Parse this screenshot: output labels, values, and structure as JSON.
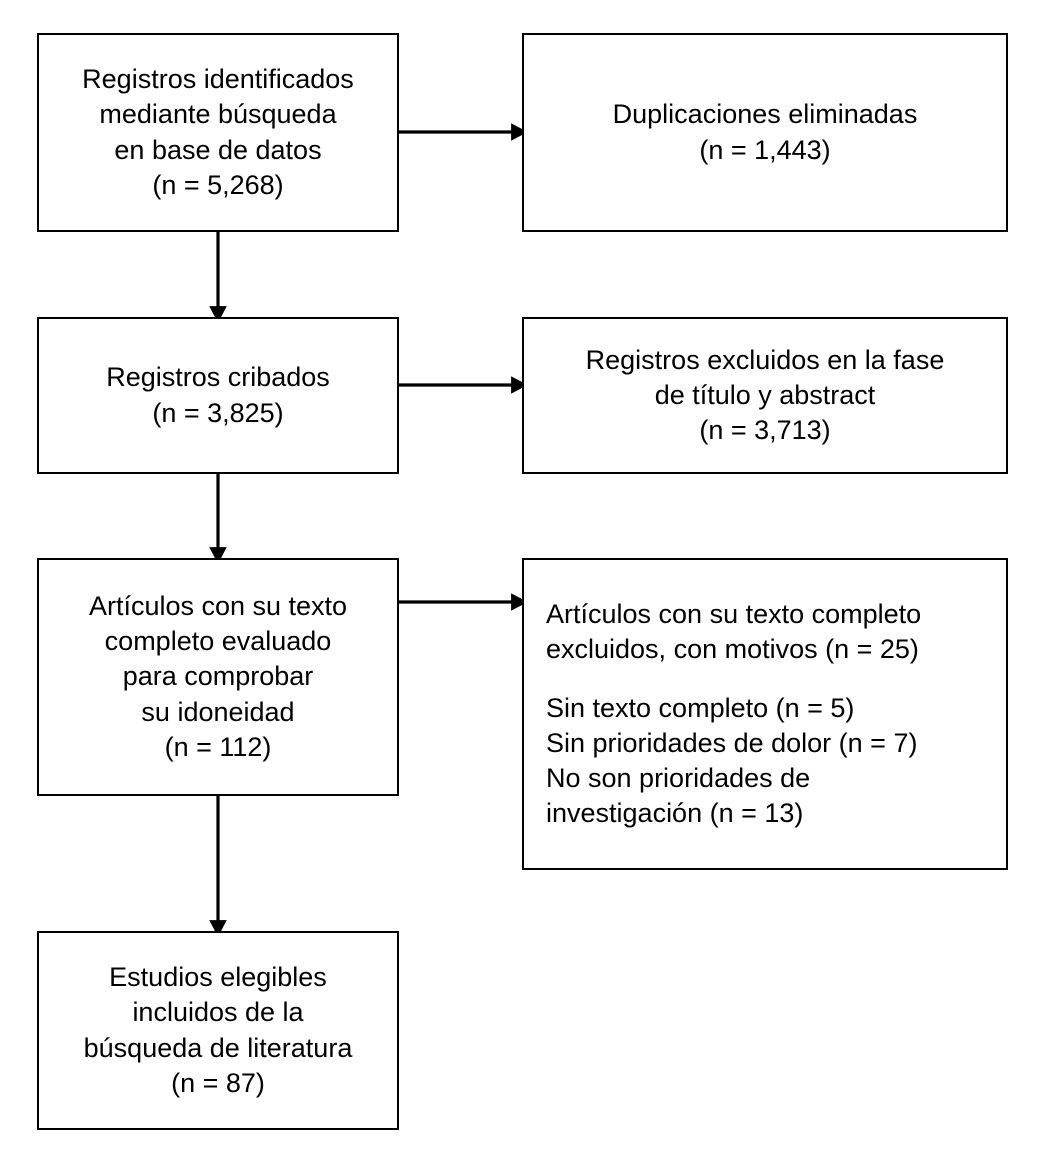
{
  "diagram": {
    "type": "prisma-flow-diagram",
    "language": "es",
    "background_color": "#ffffff",
    "line_color": "#000000",
    "text_color": "#000000",
    "boxes": [
      {
        "id": "identified",
        "align": "center",
        "lines": [
          "Registros identificados",
          "mediante búsqueda",
          "en base de datos",
          "(n = 5,268)"
        ]
      },
      {
        "id": "duplicates-removed",
        "align": "center",
        "lines": [
          "Duplicaciones eliminadas",
          "(n = 1,443)"
        ]
      },
      {
        "id": "screened",
        "align": "center",
        "lines": [
          "Registros cribados",
          "(n = 3,825)"
        ]
      },
      {
        "id": "excluded-title-abstract",
        "align": "center",
        "lines": [
          "Registros excluidos en la fase",
          "de título y abstract",
          "(n = 3,713)"
        ]
      },
      {
        "id": "fulltext-assessed",
        "align": "center",
        "lines": [
          "Artículos con su texto",
          "completo evaluado",
          "para comprobar",
          "su idoneidad",
          "(n = 112)"
        ]
      },
      {
        "id": "fulltext-excluded",
        "align": "left",
        "lines": [
          "Artículos con su texto completo",
          "excluidos, con motivos (n = 25)",
          "",
          "Sin texto completo (n = 5)",
          "Sin prioridades de dolor (n = 7)",
          "No son prioridades de",
          "investigación (n = 13)"
        ]
      },
      {
        "id": "included",
        "align": "center",
        "lines": [
          "Estudios elegibles",
          "incluidos de la",
          "búsqueda de literatura",
          "(n = 87)"
        ]
      }
    ],
    "arrows": [
      {
        "id": "identified-to-duplicates",
        "direction": "right"
      },
      {
        "id": "identified-to-screened",
        "direction": "down"
      },
      {
        "id": "screened-to-excluded",
        "direction": "right"
      },
      {
        "id": "screened-to-fulltext",
        "direction": "down"
      },
      {
        "id": "fulltext-to-excluded",
        "direction": "right"
      },
      {
        "id": "fulltext-to-included",
        "direction": "down"
      }
    ]
  }
}
